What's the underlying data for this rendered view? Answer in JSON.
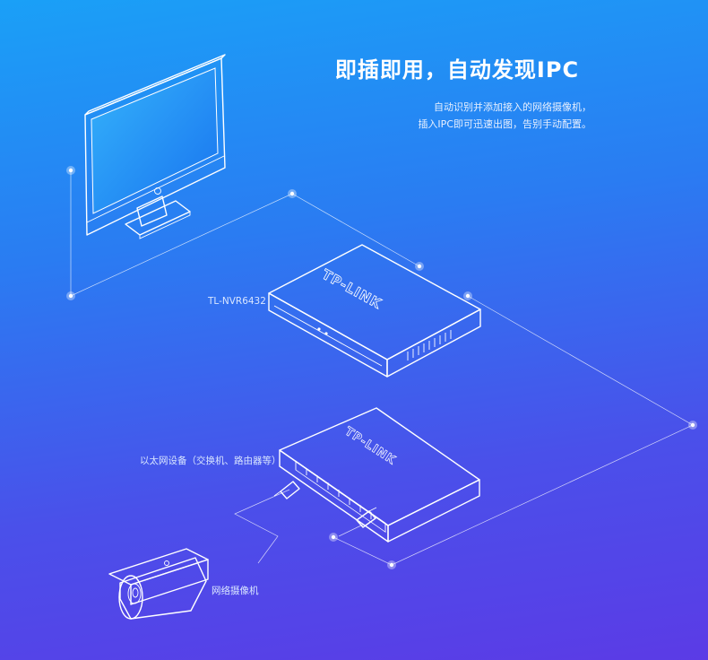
{
  "title": "即插即用，自动发现IPC",
  "description": {
    "line1": "自动识别并添加接入的网络摄像机，",
    "line2": "插入IPC即可迅速出图，告别手动配置。"
  },
  "labels": {
    "nvr": "TL-NVR6432",
    "switch": "以太网设备（交换机、路由器等）",
    "camera": "网络摄像机"
  },
  "brand": {
    "nvr_logo": "TP-LINK",
    "switch_logo": "TP-LINK"
  },
  "colors": {
    "background_top": "#1aa0f7",
    "background_bottom": "#5b3be6",
    "line": "#ffffff",
    "screen": "#1f8ff2"
  }
}
